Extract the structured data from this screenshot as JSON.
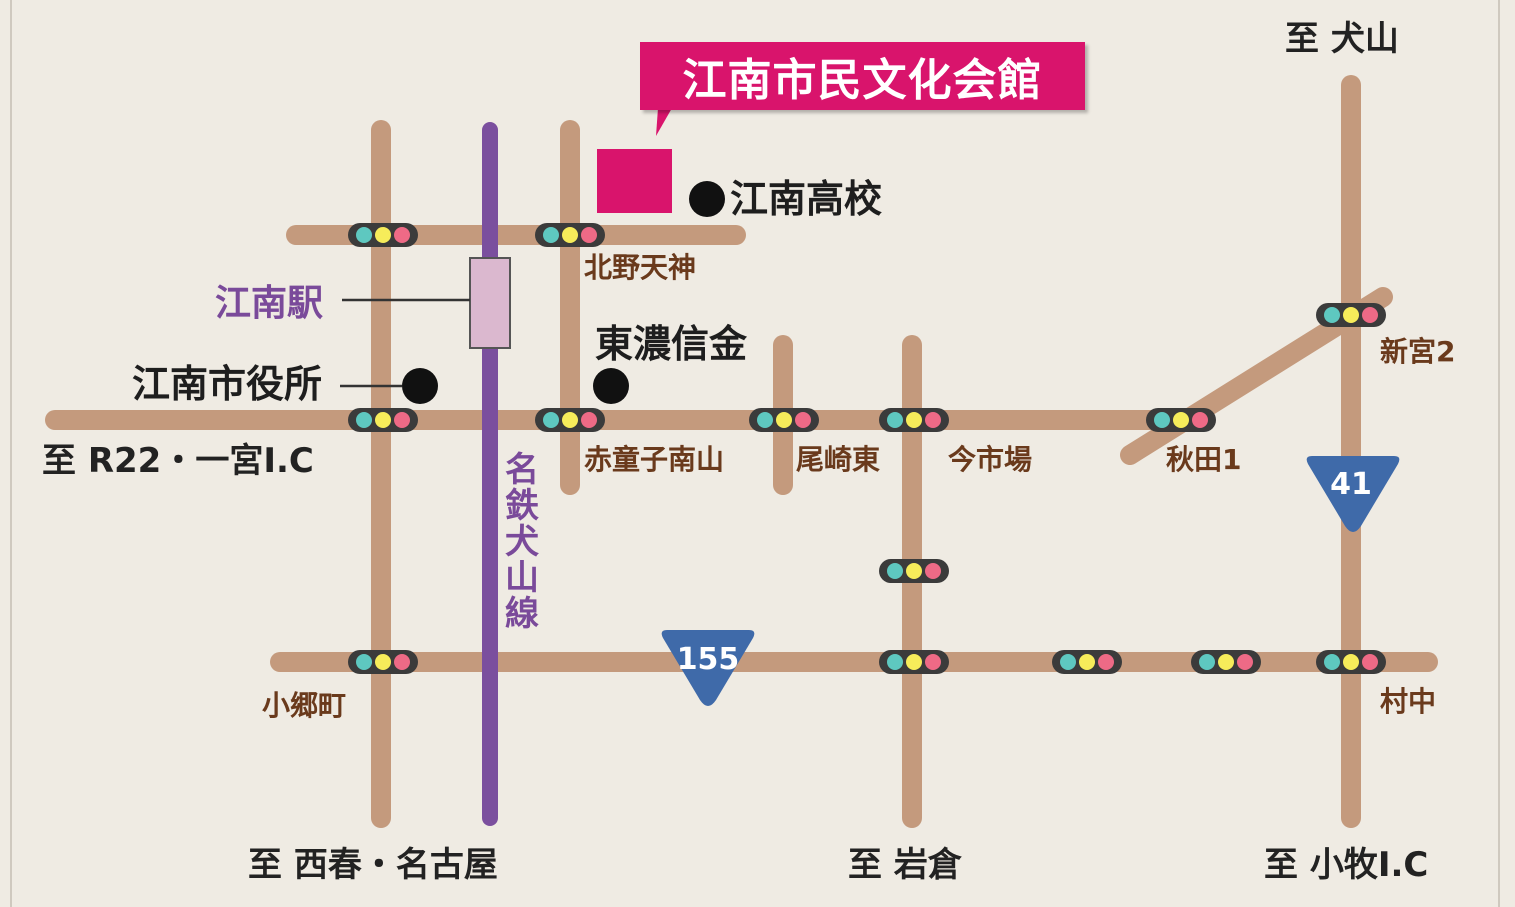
{
  "colors": {
    "background": "#efebe3",
    "road": "#c49a7d",
    "railway": "#7b4f9e",
    "station_box": "#dbb8cf",
    "venue": "#d9146c",
    "route_shield": "#3f6aa9",
    "signal_body": "#3b3b3b",
    "signal_green": "#5ec8c0",
    "signal_yellow": "#f6ec5a",
    "signal_red": "#ee6a86"
  },
  "title": "江南市民文化会館",
  "landmarks": {
    "konan_high_school": "江南高校",
    "konan_station": "江南駅",
    "city_hall": "江南市役所",
    "tono_shinkin": "東濃信金"
  },
  "railway_label": "名鉄犬山線",
  "intersections": {
    "kitano_tenjin": "北野天神",
    "akadoji_minamiyama": "赤童子南山",
    "ozaki_higashi": "尾崎東",
    "imaichiba": "今市場",
    "akita1": "秋田1",
    "shingu2": "新宮2",
    "kogomachi": "小郷町",
    "muranaka": "村中"
  },
  "directions": {
    "inuyama": "至 犬山",
    "r22_ichinomiya": "至 R22・一宮I.C",
    "nishiharu_nagoya": "至 西春・名古屋",
    "iwakura": "至 岩倉",
    "komaki": "至 小牧I.C"
  },
  "routes": {
    "route_41": "41",
    "route_155": "155"
  }
}
